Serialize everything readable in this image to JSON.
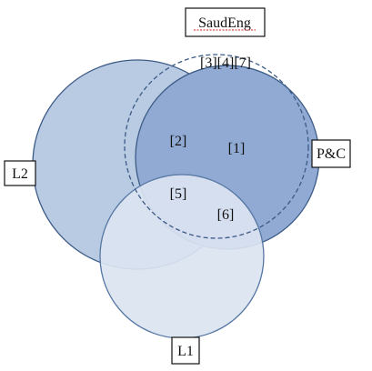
{
  "diagram": {
    "sets": [
      {
        "id": "l2",
        "label": "L2",
        "fill": "#b8cbe3",
        "stroke": "#3c5b86"
      },
      {
        "id": "pc",
        "label": "P&C",
        "fill": "#90aad3",
        "stroke": "#3c5b86"
      },
      {
        "id": "l1",
        "label": "L1",
        "fill": "#dbe4f1",
        "stroke": "#5677a4"
      },
      {
        "id": "saudeng",
        "label": "SaudEng",
        "fill": "none",
        "stroke": "#3c5b86",
        "dashed": true,
        "label_underline_color": "#d22020"
      }
    ],
    "regions": {
      "r1": "[1]",
      "r2": "[2]",
      "r5": "[5]",
      "r6": "[6]",
      "r347": "[3][4][7]"
    }
  }
}
